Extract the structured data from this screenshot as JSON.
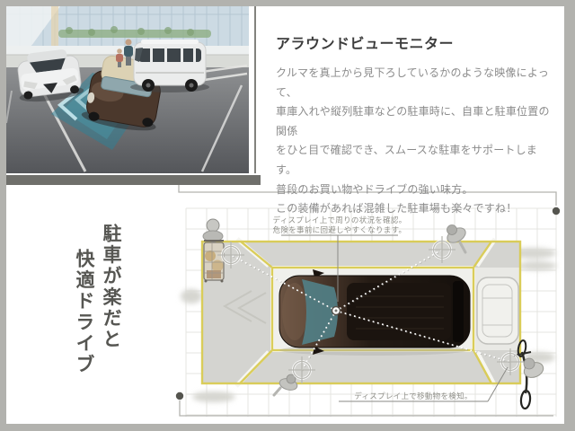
{
  "panel": {
    "title": "アラウンドビューモニター",
    "body_lines": [
      "クルマを真上から見下ろしているかのような映像によって、",
      "車庫入れや縦列駐車などの駐車時に、自車と駐車位置の関係",
      "をひと目で確認でき、スムースな駐車をサポートします。",
      "普段のお買い物やドライブの強い味方。",
      "この装備があれば混雑した駐車場も楽々ですね！"
    ]
  },
  "headline": {
    "col_right": "駐車が楽だと",
    "col_left": "快適ドライブ"
  },
  "diagram": {
    "annotation_top": {
      "line1": "ディスプレイ上で周りの状況を確認。",
      "line2": "危険を事前に回避しやすくなります。"
    },
    "annotation_bottom": {
      "line1": "ディスプレイ上で移動物を検知。"
    }
  },
  "colors": {
    "frame_gray": "#b2b2ae",
    "photo_shadow_bar": "#6f6f6b",
    "guide_yellow": "#d9cb52",
    "guide_teal": "#2c8297",
    "car_brown": "#241b14",
    "title_text": "#3c3c3c",
    "body_text": "#8b8b8b",
    "headline_text": "#565652",
    "annotation_text": "#90908a"
  }
}
